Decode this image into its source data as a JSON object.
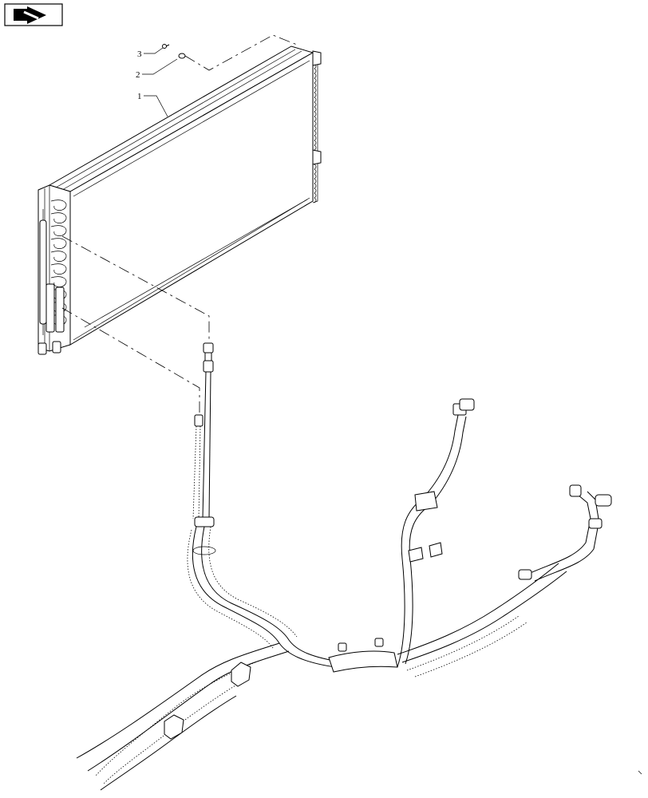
{
  "nav_button": {
    "icon": "arrow-back-icon"
  },
  "callouts": [
    {
      "id": "1",
      "label": "1"
    },
    {
      "id": "2",
      "label": "2"
    },
    {
      "id": "3",
      "label": "3"
    }
  ],
  "colors": {
    "line": "#000000",
    "background": "#ffffff"
  }
}
